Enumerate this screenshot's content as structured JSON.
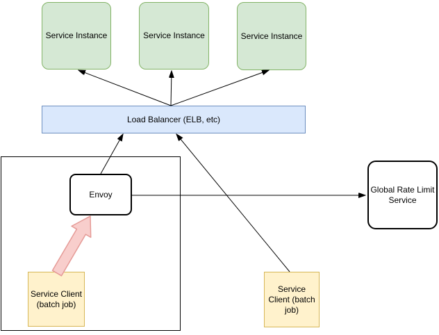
{
  "colors": {
    "green_fill": "#d5e8d4",
    "green_border": "#82b366",
    "blue_fill": "#dae8fc",
    "blue_border": "#6c8ebf",
    "yellow_fill": "#fff2cc",
    "yellow_border": "#d6b656",
    "pink_fill": "#f8cecc",
    "pink_border": "#e59a96",
    "box_fill": "#ffffff",
    "box_border": "#000000",
    "line": "#000000"
  },
  "nodes": {
    "service_instances": [
      "Service Instance",
      "Service Instance",
      "Service Instance"
    ],
    "load_balancer": "Load Balancer (ELB, etc)",
    "envoy": "Envoy",
    "global_rate_limit_service": "Global Rate Limit Service",
    "service_client_left": "Service Client (batch job)",
    "service_client_right": "Service Client (batch job)"
  }
}
